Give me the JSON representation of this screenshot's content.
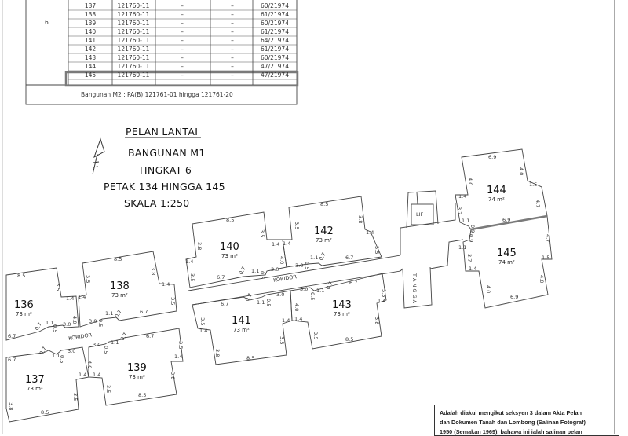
{
  "table": {
    "floor": "6",
    "rows": [
      {
        "unit": "137",
        "pa": "121760-11",
        "c3": "–",
        "c4": "–",
        "share": "60/21974"
      },
      {
        "unit": "138",
        "pa": "121760-11",
        "c3": "–",
        "c4": "–",
        "share": "61/21974"
      },
      {
        "unit": "139",
        "pa": "121760-11",
        "c3": "–",
        "c4": "–",
        "share": "60/21974"
      },
      {
        "unit": "140",
        "pa": "121760-11",
        "c3": "–",
        "c4": "–",
        "share": "61/21974"
      },
      {
        "unit": "141",
        "pa": "121760-11",
        "c3": "–",
        "c4": "–",
        "share": "64/21974"
      },
      {
        "unit": "142",
        "pa": "121760-11",
        "c3": "–",
        "c4": "–",
        "share": "61/21974"
      },
      {
        "unit": "143",
        "pa": "121760-11",
        "c3": "–",
        "c4": "–",
        "share": "60/21974"
      },
      {
        "unit": "144",
        "pa": "121760-11",
        "c3": "–",
        "c4": "–",
        "share": "47/21974"
      },
      {
        "unit": "145",
        "pa": "121760-11",
        "c3": "–",
        "c4": "–",
        "share": "47/21974"
      }
    ],
    "highlighted_unit": "145",
    "footer": "Bangunan M2 : PA(B) 121761-01 hingga 121761-20"
  },
  "plan_title": {
    "heading": "PELAN LANTAI",
    "building": "BANGUNAN M1",
    "floor": "TINGKAT 6",
    "parcels": "PETAK 134 HINGGA 145",
    "scale": "SKALA   1:250"
  },
  "north_arrow_icon": "north-arrow-icon",
  "corridor_label": "KORIDOR",
  "lift_label": "LIF",
  "stair_label": "T A N G G A",
  "highlight_color": "#7a7a7a",
  "units": [
    {
      "id": "136",
      "area": "73 m²",
      "dims": [
        "8.5",
        "3.5",
        "1.4",
        "4.0",
        "3.0",
        "0.5",
        "1.1",
        "0.7",
        "6.7"
      ]
    },
    {
      "id": "138",
      "area": "73 m²",
      "dims": [
        "8.5",
        "3.8",
        "1.4",
        "3.5",
        "6.7",
        "0.7",
        "1.1",
        "0.5",
        "3.0",
        "3.5",
        "1.4"
      ]
    },
    {
      "id": "137",
      "area": "73 m²",
      "dims": [
        "6.7",
        "0.7",
        "1.1",
        "0.5",
        "3.0",
        "4.0",
        "1.4",
        "3.5",
        "8.5",
        "3.8"
      ]
    },
    {
      "id": "139",
      "area": "73 m²",
      "dims": [
        "1.4",
        "3.5",
        "8.5",
        "3.8",
        "1.4",
        "3.5",
        "6.7",
        "0.7",
        "1.1",
        "0.5",
        "3.0"
      ]
    },
    {
      "id": "140",
      "area": "73 m²",
      "dims": [
        "8.5",
        "3.5",
        "1.4",
        "3.8",
        "1.4",
        "3.5",
        "6.7",
        "0.7",
        "1.1",
        "0.5",
        "3.0",
        "4.0"
      ]
    },
    {
      "id": "142",
      "area": "73 m²",
      "dims": [
        "8.5",
        "3.8",
        "1.4",
        "3.5",
        "6.7",
        "0.7",
        "1.1",
        "0.5",
        "3.0",
        "3.5",
        "1.4"
      ]
    },
    {
      "id": "141",
      "area": "73 m²",
      "dims": [
        "6.7",
        "0.7",
        "1.1",
        "0.5",
        "3.0",
        "3.5",
        "1.4",
        "3.8",
        "8.5",
        "3.5",
        "1.4",
        "1.4",
        "4.0"
      ]
    },
    {
      "id": "143",
      "area": "73 m²",
      "dims": [
        "3.0",
        "0.5",
        "1.1",
        "0.7",
        "6.7",
        "3.5",
        "1.4",
        "3.8",
        "8.5",
        "3.5"
      ]
    },
    {
      "id": "144",
      "area": "74 m²",
      "dims": [
        "6.9",
        "4.0",
        "1.5",
        "4.7",
        "6.9",
        "4.0",
        "1.4",
        "3.7",
        "1.1",
        "0.9"
      ]
    },
    {
      "id": "145",
      "area": "74 m²",
      "dims": [
        "4.7",
        "1.5",
        "4.0",
        "6.9",
        "4.0",
        "1.4",
        "3.7",
        "1.1",
        "0.9"
      ]
    }
  ],
  "note": {
    "line1": "Adalah diakui mengikut seksyen  3  dalam Akta Pelan",
    "line2": "dan Dokumen Tanah dan Lombong (Salinan Fotograf)",
    "line3": "1950 (Semakan 1969), bahawa ini ialah salinan pelan"
  }
}
